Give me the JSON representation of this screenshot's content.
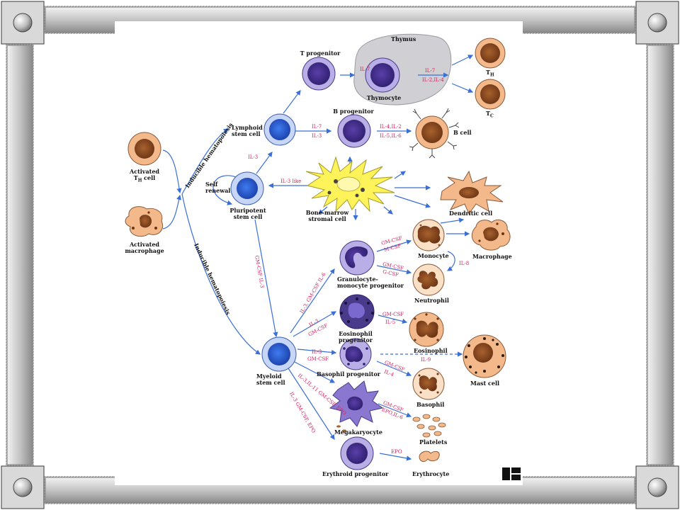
{
  "labels": {
    "thymus": "Thymus",
    "t_progenitor": "T progenitor",
    "thymocyte": "Thymocyte",
    "th": "T",
    "th_sub": "H",
    "tc": "T",
    "tc_sub": "C",
    "b_progenitor": "B progenitor",
    "b_cell": "B cell",
    "lymphoid": [
      "Lymphoid",
      "stem cell"
    ],
    "activated_th": [
      "Activated",
      "T",
      "H",
      " cell"
    ],
    "activated_mac": [
      "Activated",
      "macrophage"
    ],
    "self_renewal": [
      "Self",
      "renewal"
    ],
    "pluripotent": [
      "Pluripotent",
      "stem cell"
    ],
    "stromal": [
      "Bone-marrow",
      "stromal cell"
    ],
    "dendritic": "Dendritic cell",
    "monocyte": "Monocyte",
    "macrophage": "Macrophage",
    "gran_mono": [
      "Granulocyte-",
      "monocyte progenitor"
    ],
    "neutrophil": "Neutrophil",
    "eos_prog": [
      "Eosinophil",
      "progenitor"
    ],
    "eosinophil": "Eosinophil",
    "myeloid": [
      "Myeloid",
      "stem cell"
    ],
    "baso_prog": "Basophil progenitor",
    "mast": "Mast cell",
    "basophil": "Basophil",
    "megakaryocyte": "Megakaryocyte",
    "platelets": "Platelets",
    "erythroid": "Erythroid progenitor",
    "erythrocyte": "Erythrocyte",
    "inducible_top": "Inducible hematopoiesis",
    "inducible_bottom": "Inducible hematopoiesis"
  },
  "cytokines": {
    "il7_t": "IL-7",
    "il7_th": "IL-7",
    "il2_il4": "IL-2,IL-4",
    "il7_b": "IL-7",
    "il3_b": "IL-3",
    "il4_il2": "IL-4,IL-2",
    "il5_il6": "IL-5,IL-6",
    "il3_lymph": "IL-3",
    "il3_like": "IL-3 like",
    "gmcsf_il3_vert": "GM-CSF IL-3",
    "gmcsf_m1": "GM-CSF",
    "mcsf": "M-CSF",
    "gmcsf_g1": "GM-CSF",
    "gcsf": "G-CSF",
    "il8": "IL-8",
    "il3_gmcsf_il6": "IL-3, GM-CSF IL-6",
    "il3_eos": "IL-3",
    "gmcsf_eos": "GM-CSF",
    "gmcsf_eo2": "GM-CSF",
    "il5_eo2": "IL-5",
    "il3_baso": "IL-3",
    "gmcsf_baso": "GM-CSF",
    "il9": "IL-9",
    "gmcsf_ba2": "GM-CSF",
    "il4_ba2": "IL-4",
    "mega_cyt": "IL-3,IL-11 GM-CSF, EPO",
    "ery_cyt": "IL-3 GM-CSF, EPO",
    "gmcsf_plt": "GM-CSF",
    "epo_il6": "EPO,IL-6",
    "epo": "EPO"
  },
  "colors": {
    "frame_gray": "#c8c8c8",
    "stem_blue": "#2c5fd6",
    "progenitor_purple": "#6a55b8",
    "mature_orange": "#f4b98a",
    "nucleus_brown": "#8a4a22",
    "stromal_yellow": "#fff35a",
    "thymus_gray": "#cfcfd4",
    "arrow_blue": "#3a6fd6",
    "cytokine_pink": "#d0215a"
  }
}
